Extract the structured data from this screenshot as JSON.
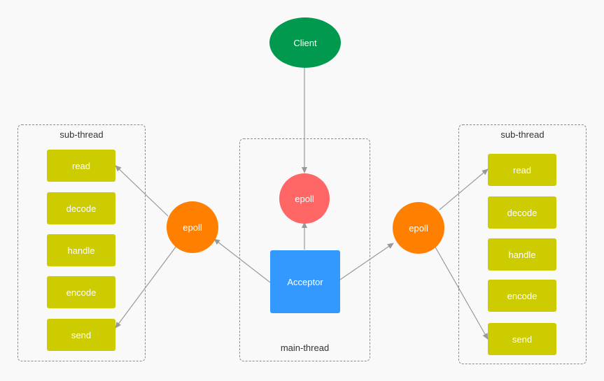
{
  "nodes": {
    "client": {
      "label": "Client",
      "color": "#00994d"
    },
    "main_epoll": {
      "label": "epoll",
      "color": "#ff6666"
    },
    "acceptor": {
      "label": "Acceptor",
      "color": "#3399ff"
    },
    "left_epoll": {
      "label": "epoll",
      "color": "#ff8000"
    },
    "right_epoll": {
      "label": "epoll",
      "color": "#ff8000"
    }
  },
  "groups": {
    "left": {
      "label": "sub-thread",
      "steps": [
        "read",
        "decode",
        "handle",
        "encode",
        "send"
      ]
    },
    "main": {
      "label": "main-thread"
    },
    "right": {
      "label": "sub-thread",
      "steps": [
        "read",
        "decode",
        "handle",
        "encode",
        "send"
      ]
    }
  },
  "colors": {
    "step_fill": "#cccc00",
    "edge": "#999999",
    "group_border": "#8a8a8a",
    "background": "#f9f9f9"
  }
}
